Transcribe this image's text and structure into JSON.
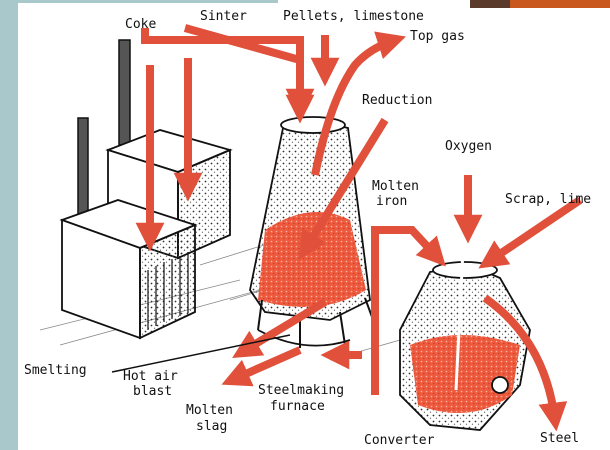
{
  "colors": {
    "frame": "#a9c8cc",
    "arrow": "#e0503a",
    "arrow_dark": "#b53822",
    "molten": "#ee5a3e",
    "ink": "#151515",
    "paper": "#ffffff"
  },
  "labels": {
    "coke": "Coke",
    "sinter": "Sinter",
    "pellets": "Pellets, limestone",
    "top_gas": "Top gas",
    "reduction": "Reduction",
    "oxygen": "Oxygen",
    "molten_iron_1": "Molten",
    "molten_iron_2": "iron",
    "scrap_lime": "Scrap, lime",
    "smelting": "Smelting",
    "hot_air_1": "Hot air",
    "hot_air_2": "blast",
    "molten_slag_1": "Molten",
    "molten_slag_2": "slag",
    "steelmaking_1": "Steelmaking",
    "steelmaking_2": "furnace",
    "converter": "Converter",
    "steel": "Steel"
  }
}
